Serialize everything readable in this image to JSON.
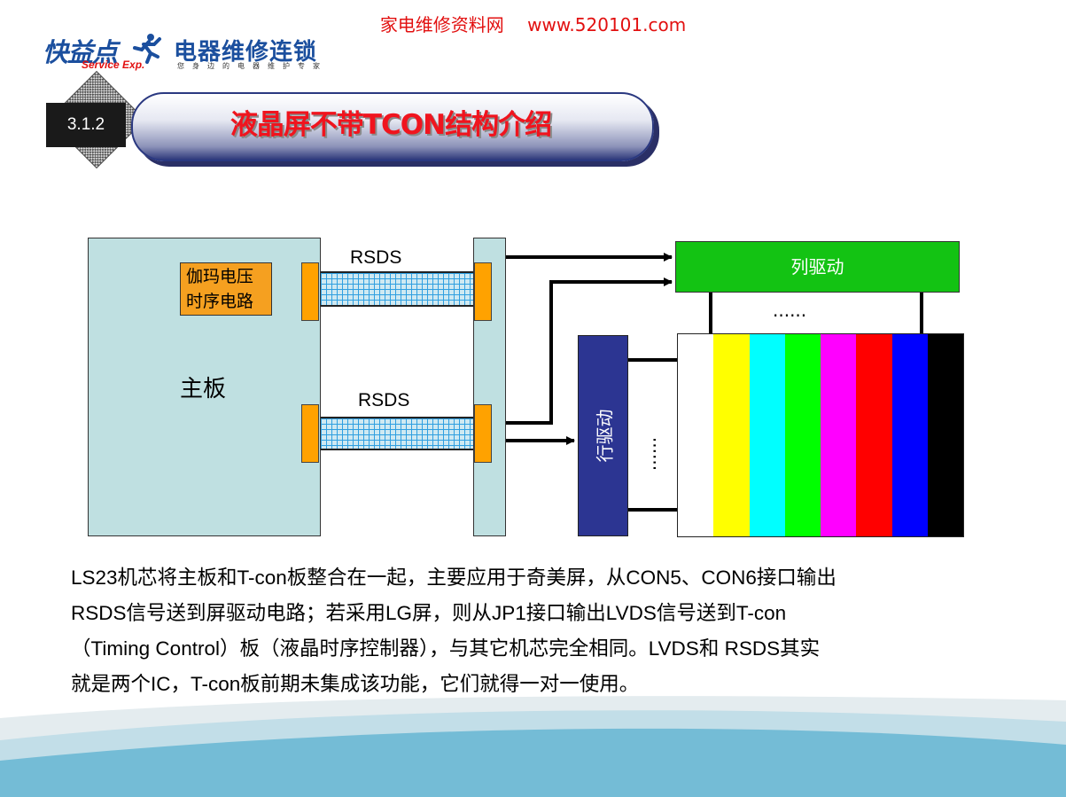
{
  "watermark": {
    "site_name": "家电维修资料网",
    "url": "www.520101.com"
  },
  "logo": {
    "main": "快益点",
    "sub": "Service Exp.",
    "brand": "电器维修连锁",
    "tagline": "您身边的电器维护专家"
  },
  "section": {
    "number": "3.1.2",
    "title": "液晶屏不带TCON结构介绍"
  },
  "diagram": {
    "mainboard_label": "主板",
    "gamma_line1": "伽玛电压",
    "gamma_line2": "时序电路",
    "rsds_top": "RSDS",
    "rsds_bottom": "RSDS",
    "column_driver": "列驱动",
    "row_driver": "行驱动",
    "ellipsis_h": "......",
    "ellipsis_v": "......",
    "panel_colors": [
      "#ffffff",
      "#ffff00",
      "#00ffff",
      "#00ff00",
      "#ff00ff",
      "#ff0000",
      "#0000ff",
      "#000000"
    ]
  },
  "description": {
    "line1": "LS23机芯将主板和T-con板整合在一起，主要应用于奇美屏，从CON5、CON6接口输出",
    "line2": "RSDS信号送到屏驱动电路；若采用LG屏，则从JP1接口输出LVDS信号送到T-con",
    "line3": "（Timing Control）板（液晶时序控制器），与其它机芯完全相同。LVDS和 RSDS其实",
    "line4": "就是两个IC，T-con板前期未集成该功能，它们就得一对一使用。"
  }
}
